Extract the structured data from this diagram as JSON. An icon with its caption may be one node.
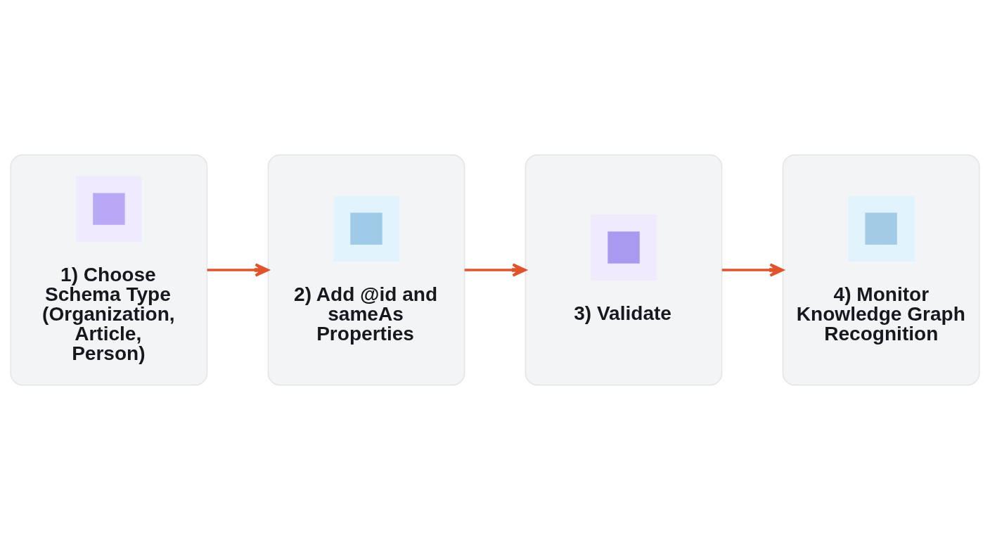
{
  "diagram": {
    "nodes": [
      {
        "text": [
          "1) Choose Schema Type (Organization, Article, Person)"
        ]
      },
      {
        "text": [
          "2) Add @id and sameAs Properties"
        ]
      },
      {
        "text": [
          "3) Validate"
        ]
      },
      {
        "text": [
          "4) Monitor Knowledge Graph Recognition"
        ]
      }
    ],
    "edges": [
      {
        "from": 0,
        "to": 1,
        "arrow": "to"
      },
      {
        "from": 1,
        "to": 2,
        "arrow": "to"
      },
      {
        "from": 2,
        "to": 3,
        "arrow": "to"
      }
    ]
  }
}
